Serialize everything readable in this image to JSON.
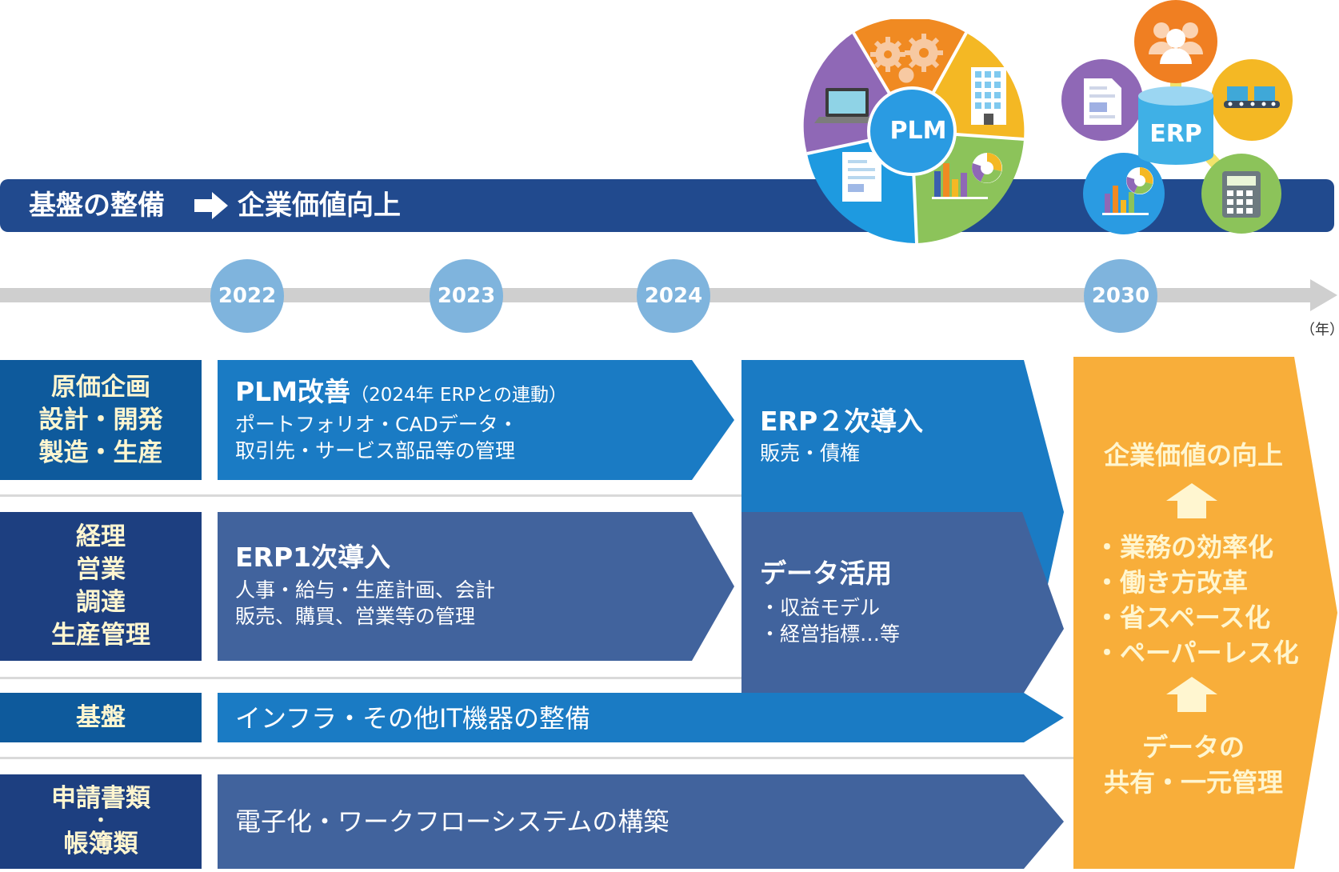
{
  "banner": {
    "left_text": "基盤の整備",
    "right_text": "企業価値向上",
    "arrow_icon": "right-arrow-icon"
  },
  "plm_wheel": {
    "center_label": "PLM",
    "segments": [
      "gears",
      "building",
      "chart",
      "document",
      "laptop"
    ],
    "segment_colors": [
      "#f08a22",
      "#f4b824",
      "#8cc35a",
      "#1e9ae0",
      "#8f68b6"
    ]
  },
  "erp_hub": {
    "center_label": "ERP",
    "satellites": [
      "people",
      "conveyor",
      "calculator",
      "chart",
      "document"
    ]
  },
  "timeline": {
    "years": [
      "2022",
      "2023",
      "2024",
      "2030"
    ],
    "unit": "（年）"
  },
  "categories": {
    "row1": [
      "原価企画",
      "設計・開発",
      "製造・生産"
    ],
    "row2": [
      "経理",
      "営業",
      "調達",
      "生産管理"
    ],
    "row3": [
      "基盤"
    ],
    "row4": [
      "申請書類",
      "・",
      "帳簿類"
    ]
  },
  "arrows": {
    "plm": {
      "title": "PLM改善",
      "note": "（2024年 ERPとの連動）",
      "lines": [
        "ポートフォリオ・CADデータ・",
        "取引先・サービス部品等の管理"
      ]
    },
    "erp1": {
      "title": "ERP1次導入",
      "lines": [
        "人事・給与・生産計画、会計",
        "販売、購買、営業等の管理"
      ]
    },
    "erp2": {
      "title": "ERP２次導入",
      "lines": [
        "販売・債権"
      ]
    },
    "data_use": {
      "title": "データ活用",
      "lines": [
        "・収益モデル",
        "・経営指標…等"
      ]
    },
    "infra": {
      "title": "インフラ・その他IT機器の整備"
    },
    "workflow": {
      "title": "電子化・ワークフローシステムの構築"
    }
  },
  "goal": {
    "title": "企業価値の向上",
    "items": [
      "・業務の効率化",
      "・働き方改革",
      "・省スペース化",
      "・ペーパーレス化"
    ],
    "foundation": [
      "データの",
      "共有・一元管理"
    ]
  },
  "colors": {
    "banner": "#214a8e",
    "bright_blue": "#1a7bc4",
    "slate_blue": "#41639d",
    "category_blue": "#0e5a9c",
    "category_navy": "#1d3f80",
    "year_circle": "#7fb4dd",
    "timeline_gray": "#cfcfcf",
    "orange": "#f8ae3a",
    "cream_text": "#fff6d0"
  }
}
